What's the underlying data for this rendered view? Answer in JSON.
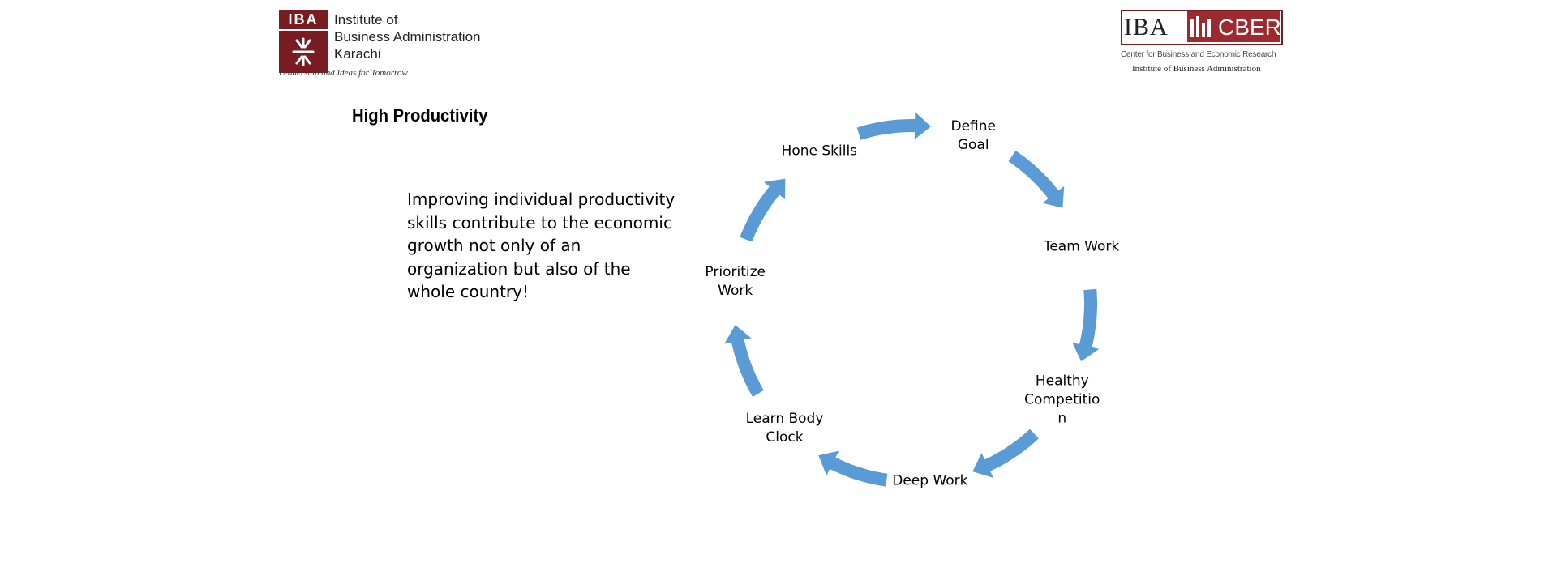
{
  "header": {
    "iba_logo": {
      "badge": "IBA",
      "lines": [
        "Institute of",
        "Business Administration",
        "Karachi"
      ],
      "tagline": "Leadership and Ideas for Tomorrow"
    },
    "cber_logo": {
      "iba_text": "IBA",
      "cber_text": "CBER",
      "subtitle": "Center for Business and Economic Research",
      "institute": "Institute of Business Administration"
    }
  },
  "slide": {
    "title": "High Productivity",
    "body": "Improving individual productivity skills contribute to the economic growth not only of an organization but also of the whole country!"
  },
  "cycle": {
    "arrow_color": "#5b9bd5",
    "nodes": [
      {
        "label": "Define\nGoal"
      },
      {
        "label": "Team Work"
      },
      {
        "label": "Healthy\nCompetitio\nn"
      },
      {
        "label": "Deep Work"
      },
      {
        "label": "Learn Body\nClock"
      },
      {
        "label": "Prioritize\nWork"
      },
      {
        "label": "Hone Skills"
      }
    ]
  }
}
